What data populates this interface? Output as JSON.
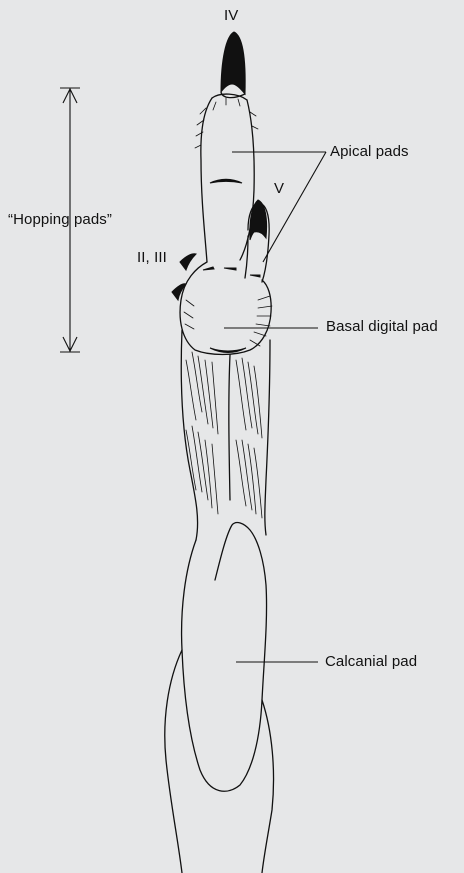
{
  "labels": {
    "digit_iv": "IV",
    "digit_v": "V",
    "digits_ii_iii": "II, III",
    "hopping_pads": "“Hopping pads”",
    "apical_pads": "Apical pads",
    "basal_digital_pad": "Basal digital pad",
    "calcanial_pad": "Calcanial pad"
  },
  "colors": {
    "background": "#e6e7e8",
    "ink": "#111111"
  }
}
